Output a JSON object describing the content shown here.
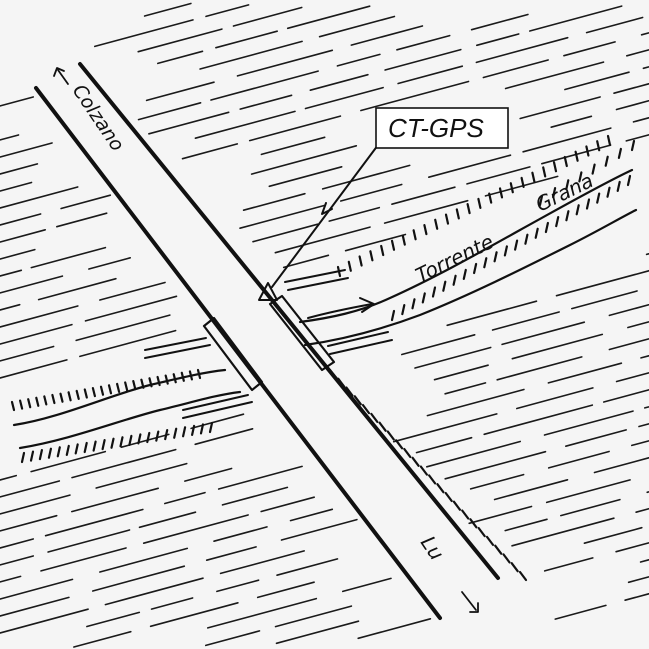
{
  "labels": {
    "station": "CT-GPS",
    "stream_line1": "Torrente",
    "stream_line2": "Grana",
    "road_north": "Colzano",
    "road_south": "Lu"
  },
  "icons": {
    "station_marker": "triangle-with-dot-icon",
    "north_arrow": "arrow-up-left-icon",
    "south_arrow": "arrow-down-right-icon",
    "flow_arrow": "arrow-right-icon"
  },
  "colors": {
    "ink": "#111111",
    "paper": "#f5f5f5"
  }
}
